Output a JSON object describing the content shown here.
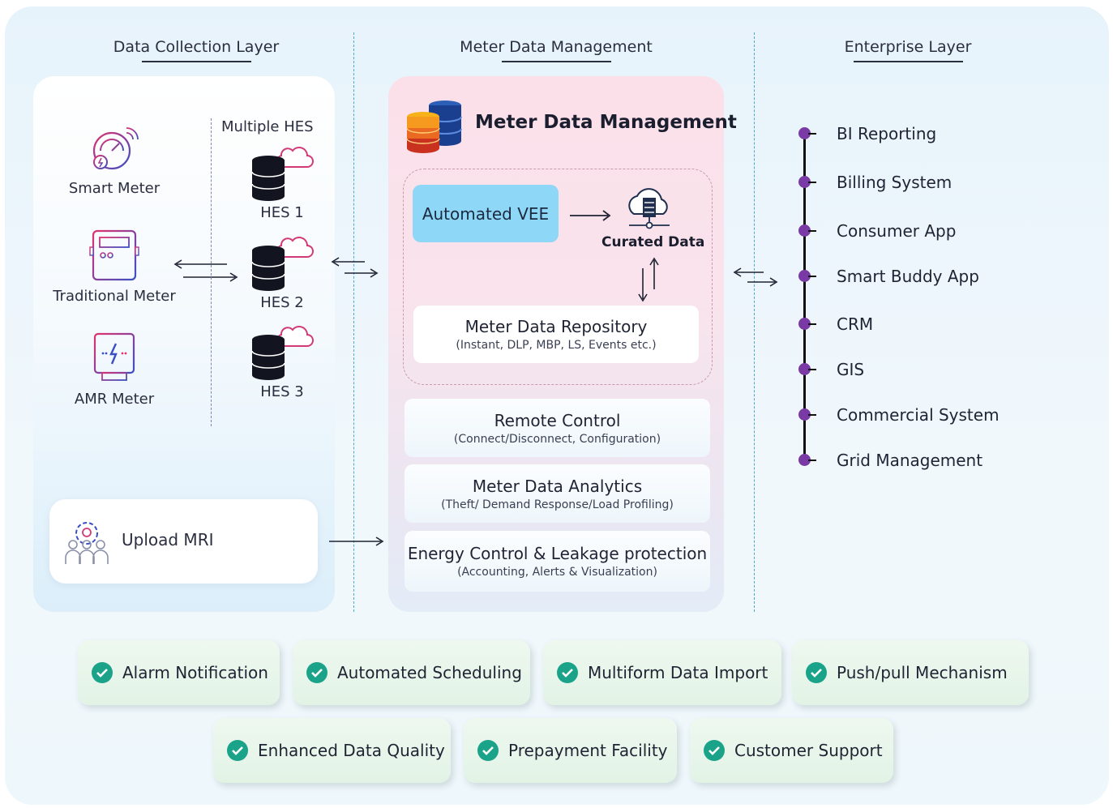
{
  "layers": {
    "data_collection": "Data Collection Layer",
    "meter_data_management": "Meter Data Management",
    "enterprise": "Enterprise Layer"
  },
  "meters": [
    {
      "label": "Smart Meter",
      "icon": "smart-meter-icon"
    },
    {
      "label": "Traditional Meter",
      "icon": "traditional-meter-icon"
    },
    {
      "label": "AMR Meter",
      "icon": "amr-meter-icon"
    }
  ],
  "hes": {
    "title": "Multiple HES",
    "items": [
      "HES 1",
      "HES 2",
      "HES 3"
    ]
  },
  "upload": {
    "label": "Upload MRI",
    "icon": "users-gear-icon"
  },
  "mdm": {
    "title": "Meter Data Management",
    "vee": "Automated VEE",
    "curated": "Curated Data",
    "repository": {
      "title": "Meter Data Repository",
      "sub": "(Instant, DLP, MBP, LS, Events etc.)"
    },
    "cards": [
      {
        "title": "Remote Control",
        "sub": "(Connect/Disconnect, Configuration)"
      },
      {
        "title": "Meter Data Analytics",
        "sub": "(Theft/ Demand Response/Load Profiling)"
      },
      {
        "title": "Energy Control & Leakage protection",
        "sub": "(Accounting, Alerts & Visualization)"
      }
    ]
  },
  "enterprise": [
    "BI Reporting",
    "Billing System",
    "Consumer App",
    "Smart Buddy App",
    "CRM",
    "GIS",
    "Commercial System",
    "Grid Management"
  ],
  "features_row1": [
    "Alarm Notification",
    "Automated Scheduling",
    "Multiform Data Import",
    "Push/pull Mechanism"
  ],
  "features_row2": [
    "Enhanced Data Quality",
    "Prepayment Facility",
    "Customer Support"
  ],
  "colors": {
    "accent_blue": "#8fd7f6",
    "timeline_dot": "#7a3aa6",
    "check_green": "#1ba38a",
    "dashed_line": "#4aa8cf"
  }
}
